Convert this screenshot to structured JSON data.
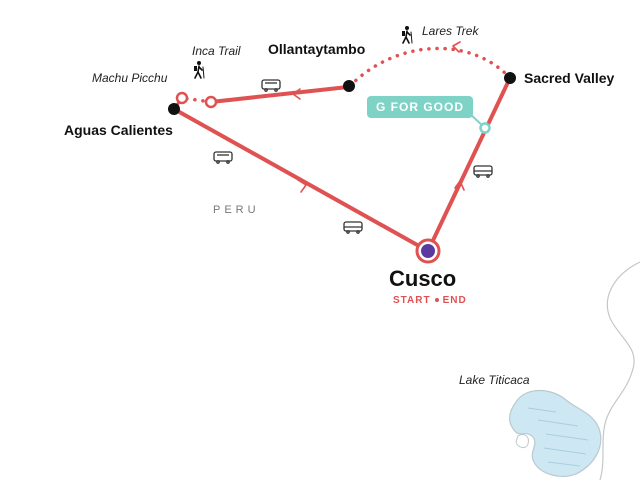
{
  "colors": {
    "route": "#e05151",
    "origin_fill": "#5b3aa0",
    "badge_bg": "#7fd3c6",
    "lake_water": "#cde8f3",
    "lake_border": "#b9c9cf",
    "icon": "#333333"
  },
  "country_label": "PERU",
  "places": {
    "machu_picchu": "Machu Picchu",
    "inca_trail": "Inca Trail",
    "ollantaytambo": "Ollantaytambo",
    "lares_trek": "Lares Trek",
    "sacred_valley": "Sacred Valley",
    "aguas_calientes": "Aguas Calientes",
    "cusco": "Cusco",
    "lake_titicaca": "Lake Titicaca"
  },
  "cusco_subtitle": {
    "start": "START",
    "end": "END"
  },
  "badge": {
    "text": "G FOR GOOD"
  },
  "icons": {
    "bus": "bus-icon",
    "train": "train-icon",
    "hiker": "hiker-icon",
    "direction": "direction-arrow-icon"
  }
}
